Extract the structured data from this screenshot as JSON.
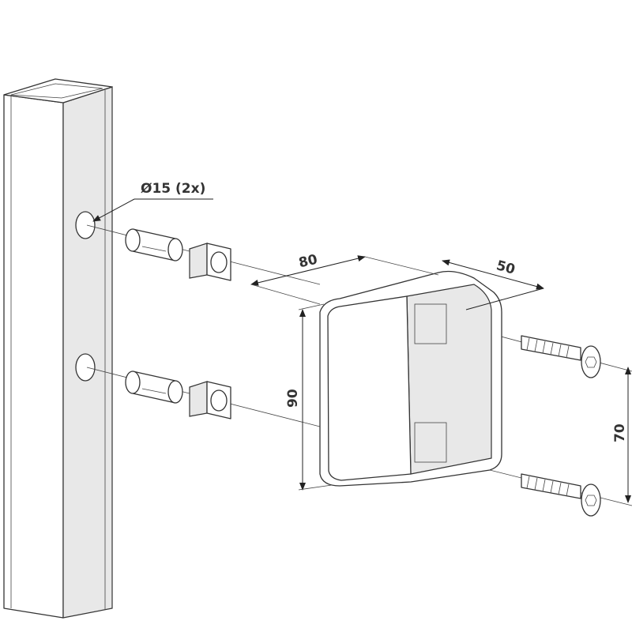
{
  "labels": {
    "hole_diameter": "Ø15 (2x)",
    "width": "80",
    "depth": "50",
    "height": "90",
    "screw_spacing": "70"
  }
}
